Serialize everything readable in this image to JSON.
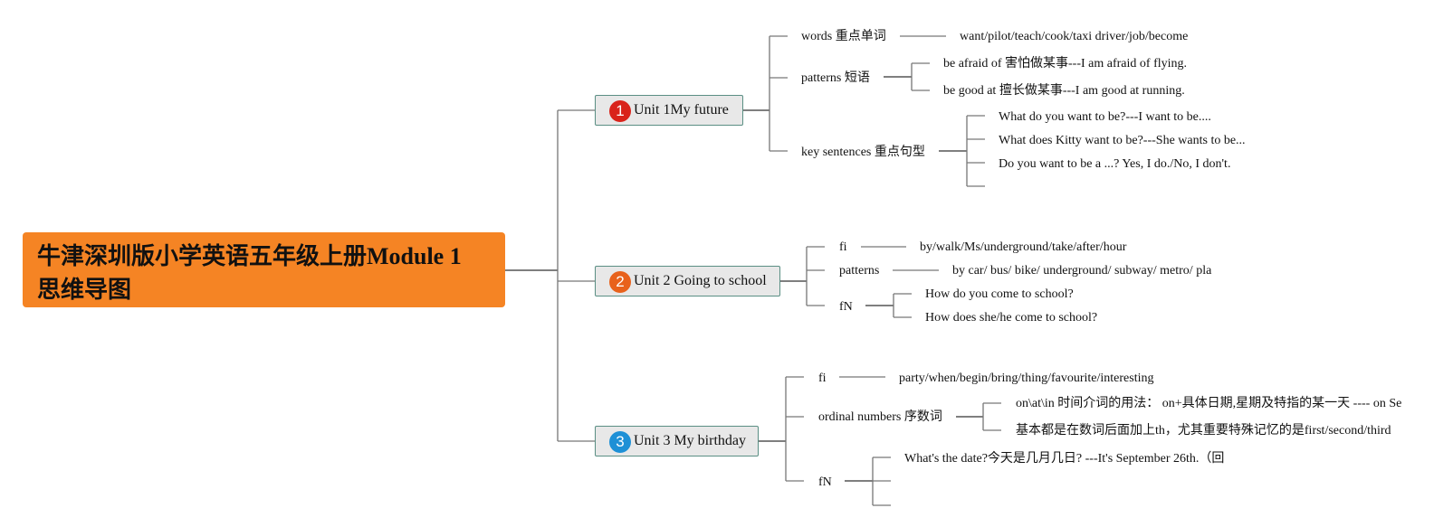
{
  "root": {
    "title_line1": "牛津深圳版小学英语五年级上册Module 1",
    "title_line2": "思维导图",
    "color": "#f58424"
  },
  "units": [
    {
      "badge": "1",
      "badge_color": "#d9231b",
      "label": "Unit 1My future",
      "words_label": "words 重点单词",
      "words_value": "want/pilot/teach/cook/taxi driver/job/become",
      "patterns_label": "patterns 短语",
      "patterns_items": [
        "be afraid of 害怕做某事---I am afraid of flying.",
        "be good at 擅长做某事---I am good at running."
      ],
      "sentences_label": "key sentences 重点句型",
      "sentences_items": [
        "What do you want to be?---I want to be....",
        "What does Kitty want to be?---She wants to be...",
        "Do you want to be a ...? Yes, I do./No, I don't.",
        ""
      ]
    },
    {
      "badge": "2",
      "badge_color": "#e8621c",
      "label": "Unit 2 Going to school",
      "words_label": "fi",
      "words_value": "by/walk/Ms/underground/take/after/hour",
      "patterns_label": "patterns",
      "patterns_value": "by car/ bus/ bike/ underground/ subway/ metro/ pla",
      "sentences_label": "fN",
      "sentences_items": [
        "How do you come to school?",
        "How does she/he come to school?"
      ]
    },
    {
      "badge": "3",
      "badge_color": "#1e90d6",
      "label": "Unit 3 My birthday",
      "words_label": "fi",
      "words_value": "party/when/begin/bring/thing/favourite/interesting",
      "ordinal_label": "ordinal numbers 序数词",
      "ordinal_items": [
        "on\\at\\in 时间介词的用法： on+具体日期,星期及特指的某一天 ---- on Se",
        "基本都是在数词后面加上th，尤其重要特殊记忆的是first/second/third"
      ],
      "sentences_label": "fN",
      "sentences_items": [
        "What's the date?今天是几月几日?   ---It's September 26th.（回",
        "",
        ""
      ]
    }
  ]
}
